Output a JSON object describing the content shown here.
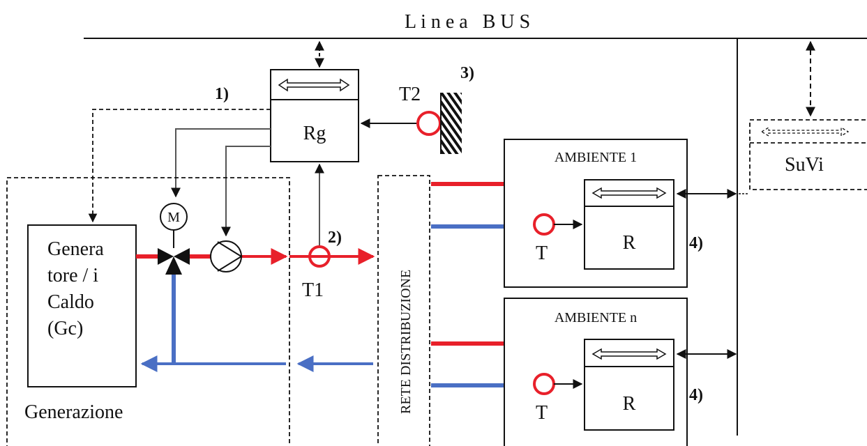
{
  "bus_line_label": "L i n e a   B U S",
  "callouts": {
    "c1": "1)",
    "c2": "2)",
    "c3": "3)",
    "c4a": "4)",
    "c4b": "4)"
  },
  "controller": {
    "label": "Rg"
  },
  "sensors": {
    "t1": "T1",
    "t2": "T2",
    "t_room1": "T",
    "t_roomn": "T"
  },
  "generation": {
    "zone_label": "Generazione",
    "generator_lines": [
      "Genera",
      "tore / i",
      "Caldo",
      "(Gc)"
    ],
    "motor_label": "M"
  },
  "distribution": {
    "label": "RETE DISTRIBUZIONE"
  },
  "rooms": [
    {
      "title": "AMBIENTE 1",
      "regulator": "R"
    },
    {
      "title": "AMBIENTE n",
      "regulator": "R"
    }
  ],
  "supervisor": {
    "label": "SuVi"
  },
  "colors": {
    "supply": "#e8202a",
    "return": "#4a6fc4",
    "line": "#111111",
    "signal": "#555555"
  }
}
